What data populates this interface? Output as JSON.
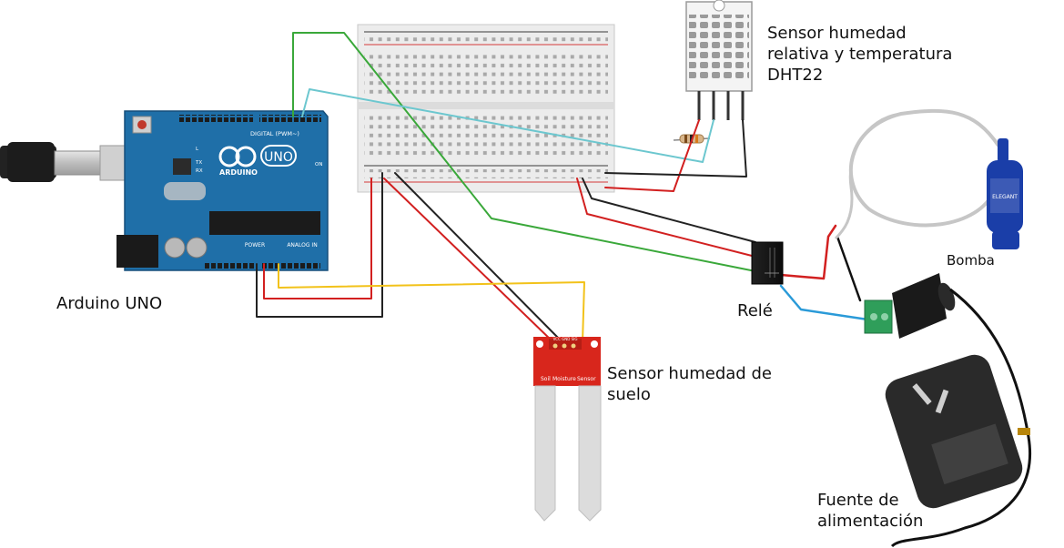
{
  "labels": {
    "arduino": "Arduino UNO",
    "dht22": "Sensor humedad\nrelativa y temperatura\nDHT22",
    "soil": "Sensor humedad de\nsuelo",
    "relay": "Relé",
    "pump": "Bomba",
    "power": "Fuente de\nalimentación"
  },
  "board": {
    "uno_text": "UNO",
    "arduino_text": "ARDUINO",
    "digital_text": "DIGITAL (PWM~)",
    "power_text": "POWER",
    "analog_text": "ANALOG IN",
    "on_text": "ON",
    "tx_text": "TX",
    "rx_text": "RX",
    "l_text": "L"
  },
  "soil_sensor": {
    "pin_text": "VCC GND SIG",
    "print_soil": "Soil",
    "print_moisture": "Moisture",
    "print_sensor": "Sensor"
  },
  "pump": {
    "brand": "ELEGANT"
  },
  "colors": {
    "board_blue": "#1f6fa8",
    "soil_red": "#d8261c",
    "pump_blue": "#1a3ea8",
    "wire_green": "#3aa83a",
    "wire_cyan": "#6cc7cf",
    "wire_red": "#d22020",
    "wire_black": "#222222",
    "wire_yellow": "#f2c21a",
    "wire_blue": "#2a9ad8"
  }
}
